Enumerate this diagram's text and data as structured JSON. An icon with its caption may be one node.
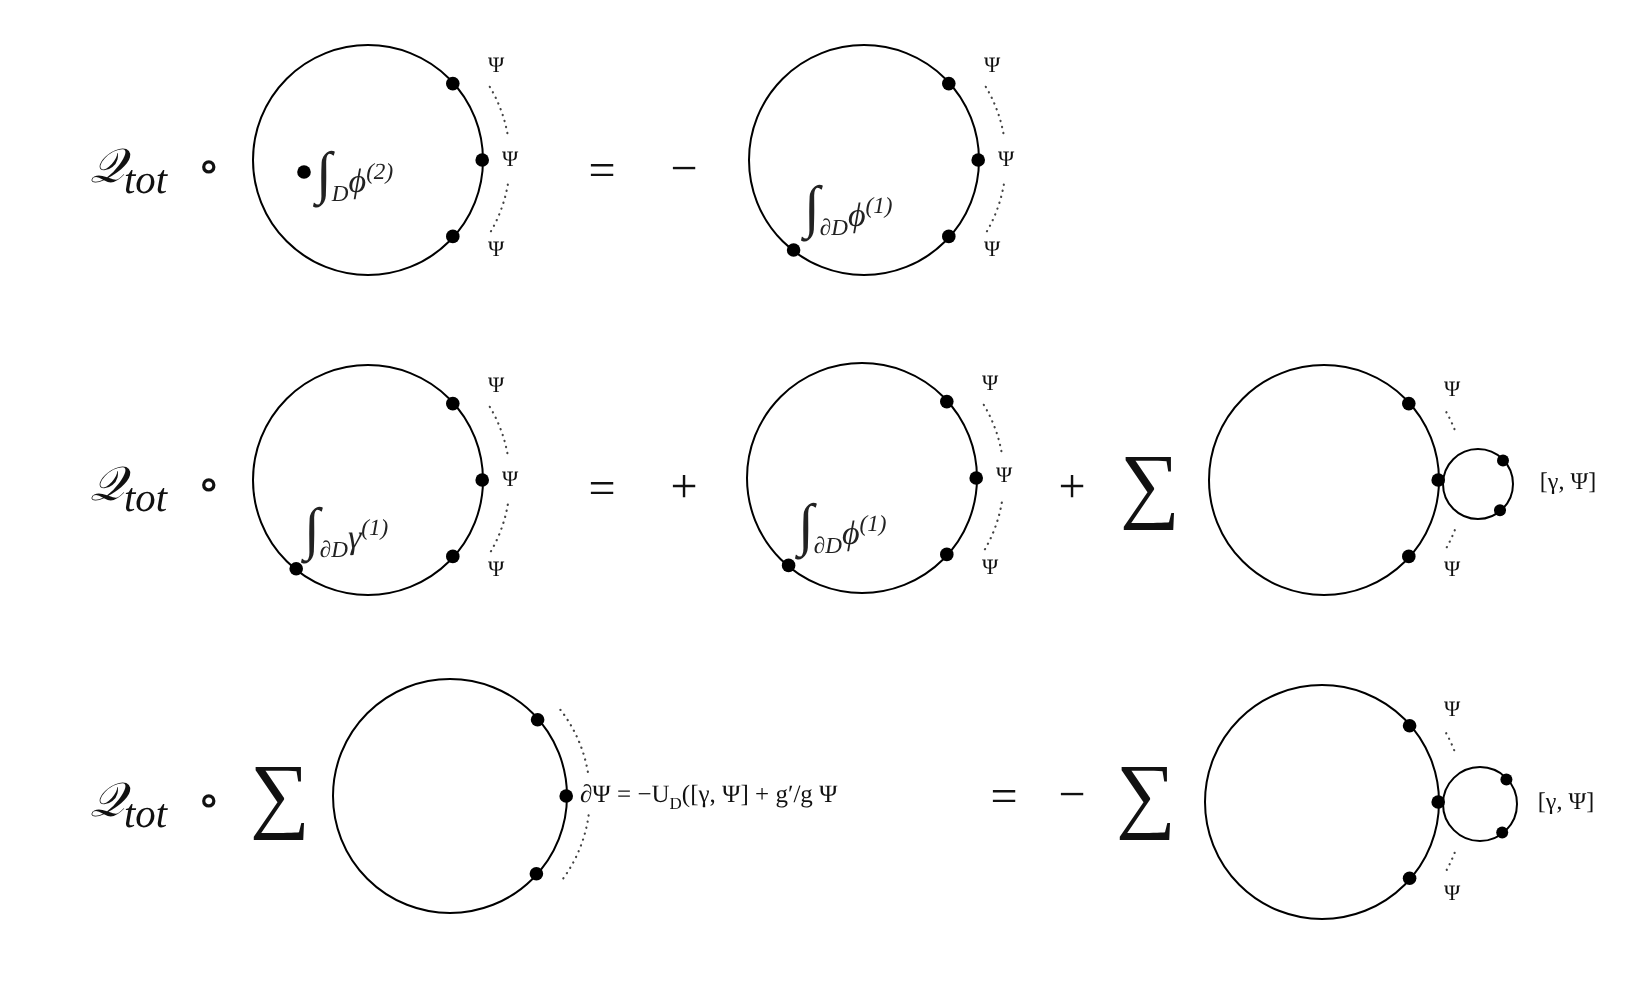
{
  "diagram": {
    "nodes": [
      {
        "text": [
          "∫$_{D}$ϕ$^{(2)}$"
        ],
        "beside": [
          "Ψ",
          "Ψ",
          "Ψ"
        ]
      },
      {
        "text": [
          "∫$_{∂D}$ϕ$^{(1)}$"
        ],
        "beside": [
          "Ψ",
          "Ψ",
          "Ψ"
        ]
      },
      {
        "text": [
          "∫$_{∂D}$γ$^{(1)}$"
        ],
        "beside": [
          "Ψ",
          "Ψ",
          "Ψ"
        ]
      },
      {
        "text": [
          "∫$_{∂D}$ϕ$^{(1)}$"
        ],
        "beside": [
          "Ψ",
          "Ψ",
          "Ψ"
        ]
      },
      {
        "text": [],
        "shape": "circle",
        "beside": [
          "Ψ",
          "Ψ"
        ]
      },
      {
        "text": [],
        "shape": "circle",
        "beside": [
          "[γ, Ψ]"
        ]
      },
      {
        "text": [],
        "shape": "circle",
        "beside": [
          "∂Ψ = −U$_{D}$([γ, Ψ] + g′/g Ψ"
        ]
      },
      {
        "text": [],
        "shape": "circle",
        "beside": [
          "Ψ",
          "Ψ"
        ]
      },
      {
        "text": [],
        "shape": "circle",
        "beside": [
          "[γ, Ψ]"
        ]
      }
    ],
    "labels": [
      "𝒬$_{tot}$ ∘",
      "=",
      "−",
      "𝒬$_{tot}$ ∘",
      "=",
      "+",
      "+",
      "∑",
      "𝒬$_{tot}$ ∘",
      "∑",
      "=",
      "−",
      "∑"
    ]
  }
}
